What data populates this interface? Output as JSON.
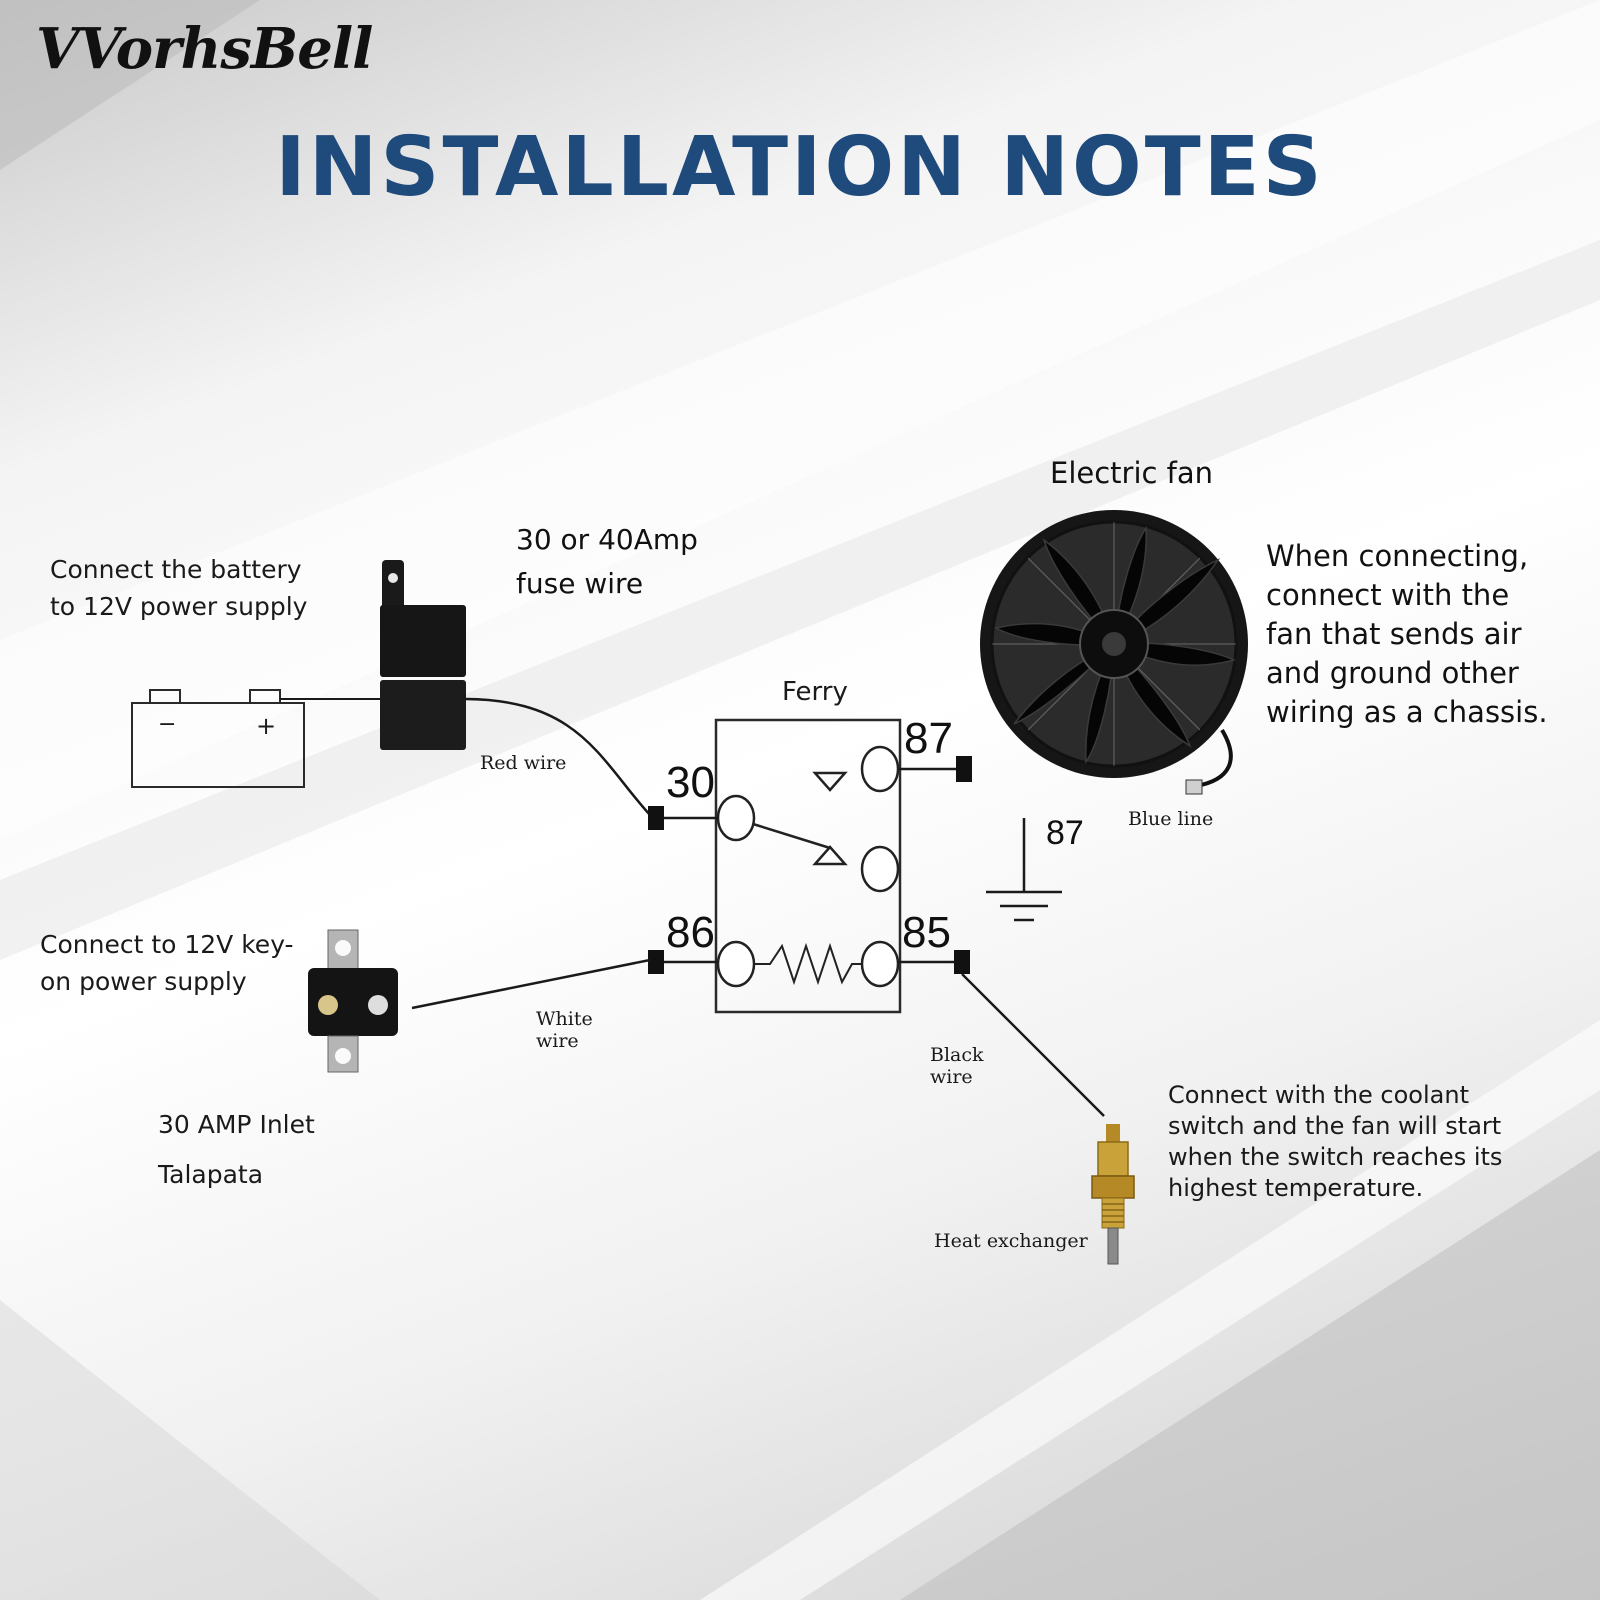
{
  "brand": {
    "logo_text": "VVorhsBell"
  },
  "header": {
    "title": "INSTALLATION NOTES"
  },
  "components": {
    "fan_title": "Electric fan",
    "fuse_label": [
      "30 or 40Amp",
      "fuse wire"
    ],
    "battery_label": [
      "Connect the battery",
      "to 12V power supply"
    ],
    "relay_label": "Ferry",
    "key_label": [
      "Connect to 12V key-",
      "on power supply"
    ],
    "breaker_label": [
      "30 AMP Inlet",
      "Talapata"
    ],
    "sensor_label": "Heat exchanger"
  },
  "wires": {
    "red": "Red wire",
    "white": [
      "White",
      "wire"
    ],
    "black": [
      "Black",
      "wire"
    ],
    "blue": "Blue line"
  },
  "pins": {
    "p30": "30",
    "p86": "86",
    "p87_top": "87",
    "p85": "85",
    "p87_ground": "87"
  },
  "battery_terminals": {
    "neg": "−",
    "pos": "+"
  },
  "notes": {
    "fan_note": [
      "When connecting,",
      "connect with the",
      "fan that sends air",
      "and ground other",
      "wiring as a chassis."
    ],
    "coolant_note": [
      "Connect with the coolant",
      "switch and the fan will start",
      "when the switch reaches its",
      "highest temperature."
    ]
  },
  "colors": {
    "title": "#1f4a7c",
    "line": "#1a1a1a",
    "brass": "#c9a23a"
  }
}
